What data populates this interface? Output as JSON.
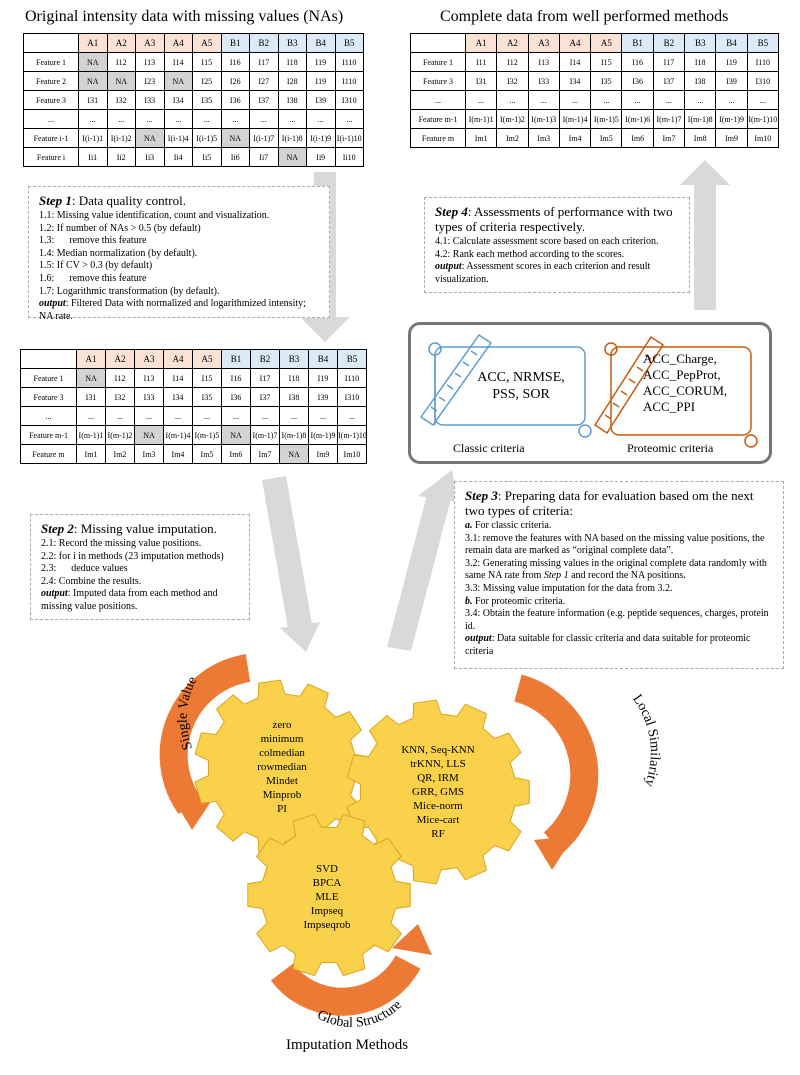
{
  "top_left": {
    "title": "Original intensity data with missing values (NAs)",
    "columns": [
      "",
      "A1",
      "A2",
      "A3",
      "A4",
      "A5",
      "B1",
      "B2",
      "B3",
      "B4",
      "B5"
    ],
    "rows": [
      [
        "Feature 1",
        "NA",
        "I12",
        "I13",
        "I14",
        "I15",
        "I16",
        "I17",
        "I18",
        "I19",
        "I110"
      ],
      [
        "Feature 2",
        "NA",
        "NA",
        "I23",
        "NA",
        "I25",
        "I26",
        "I27",
        "I28",
        "I19",
        "I110"
      ],
      [
        "Feature 3",
        "I31",
        "I32",
        "I33",
        "I34",
        "I35",
        "I36",
        "I37",
        "I38",
        "I39",
        "I310"
      ],
      [
        "...",
        "...",
        "...",
        "...",
        "...",
        "...",
        "...",
        "...",
        "...",
        "...",
        "..."
      ],
      [
        "Feature i-1",
        "I(i-1)1",
        "I(i-1)2",
        "NA",
        "I(i-1)4",
        "I(i-1)5",
        "NA",
        "I(i-1)7",
        "I(i-1)8",
        "I(i-1)9",
        "I(i-1)10"
      ],
      [
        "Feature i",
        "Ii1",
        "Ii2",
        "Ii3",
        "Ii4",
        "Ii5",
        "Ii6",
        "Ii7",
        "NA",
        "Ii9",
        "Ii10"
      ]
    ]
  },
  "top_right": {
    "title": "Complete data from well performed methods",
    "columns": [
      "",
      "A1",
      "A2",
      "A3",
      "A4",
      "A5",
      "B1",
      "B2",
      "B3",
      "B4",
      "B5"
    ],
    "rows": [
      [
        "Feature 1",
        "I11",
        "I12",
        "I13",
        "I14",
        "I15",
        "I16",
        "I17",
        "I18",
        "I19",
        "I110"
      ],
      [
        "Feature 3",
        "I31",
        "I32",
        "I33",
        "I34",
        "I35",
        "I36",
        "I37",
        "I38",
        "I39",
        "I310"
      ],
      [
        "...",
        "...",
        "...",
        "...",
        "...",
        "...",
        "...",
        "...",
        "...",
        "...",
        "..."
      ],
      [
        "Feature m-1",
        "I(m-1)1",
        "I(m-1)2",
        "I(m-1)3",
        "I(m-1)4",
        "I(m-1)5",
        "I(m-1)6",
        "I(m-1)7",
        "I(m-1)8",
        "I(m-1)9",
        "I(m-1)10"
      ],
      [
        "Feature m",
        "Im1",
        "Im2",
        "Im3",
        "Im4",
        "Im5",
        "Im6",
        "Im7",
        "Im8",
        "Im9",
        "Im10"
      ]
    ]
  },
  "mid_left": {
    "columns": [
      "",
      "A1",
      "A2",
      "A3",
      "A4",
      "A5",
      "B1",
      "B2",
      "B3",
      "B4",
      "B5"
    ],
    "rows": [
      [
        "Feature 1",
        "NA",
        "I12",
        "I13",
        "I14",
        "I15",
        "I16",
        "I17",
        "I18",
        "I19",
        "I110"
      ],
      [
        "Feature 3",
        "I31",
        "I32",
        "I33",
        "I34",
        "I35",
        "I36",
        "I37",
        "I38",
        "I39",
        "I310"
      ],
      [
        "...",
        "...",
        "...",
        "...",
        "...",
        "...",
        "...",
        "...",
        "...",
        "...",
        "..."
      ],
      [
        "Feature m-1",
        "I(m-1)1",
        "I(m-1)2",
        "NA",
        "I(m-1)4",
        "I(m-1)5",
        "NA",
        "I(m-1)7",
        "I(m-1)8",
        "I(m-1)9",
        "I(m-1)10"
      ],
      [
        "Feature m",
        "Im1",
        "Im2",
        "Im3",
        "Im4",
        "Im5",
        "Im6",
        "Im7",
        "NA",
        "Im9",
        "Im10"
      ]
    ]
  },
  "step1": {
    "heading_bold": "Step 1",
    "heading_rest": ": Data quality control.",
    "lines": [
      "1.1: Missing value identification, count and visualization.",
      "1.2: If number of NAs > 0.5 (by default)",
      "1.3:      remove this feature",
      "1.4: Median normalization (by default).",
      "1.5: If CV > 0.3 (by default)",
      "1.6:      remove this feature",
      "1.7: Logarithmic transformation (by default)."
    ],
    "output_label": "output",
    "output_text": ": Filtered Data with normalized and logarithmized intensity; NA rate."
  },
  "step2": {
    "heading_bold": "Step 2",
    "heading_rest": ": Missing value imputation.",
    "lines": [
      "2.1: Record the missing value positions.",
      "2.2: for i in methods (23 imputation methods)",
      "2.3:      deduce values",
      "2.4: Combine the results."
    ],
    "output_label": "output",
    "output_text": ": Imputed data from each method and missing value positions."
  },
  "step3": {
    "heading_bold": "Step 3",
    "heading_rest": ": Preparing data for evaluation based om the next two types of criteria:",
    "a_label": "a.",
    "a_text": " For classic criteria.",
    "line_31": "3.1: remove the features with NA based on the missing value positions, the remain data are marked as “original complete data”.",
    "line_32a": "3.2: Generating missing values in the original complete data randomly with same NA rate from ",
    "line_32b": "Step 1",
    "line_32c": " and record the NA positions.",
    "line_33": "3.3: Missing value imputation for the data from 3.2.",
    "b_label": "b.",
    "b_text": " For proteomic criteria.",
    "line_34": "3.4: Obtain the feature information (e.g. peptide sequences, charges, protein id.",
    "output_label": "output",
    "output_text": ": Data suitable for classic criteria and data suitable for proteomic criteria"
  },
  "step4": {
    "heading_bold": "Step 4",
    "heading_rest": ": Assessments of performance with two types of criteria respectively.",
    "lines": [
      "4.1: Calculate assessment score based on each criterion.",
      "4.2: Rank each method according to the scores."
    ],
    "output_label": "output",
    "output_text": ": Assessment scores in each criterion and result visualization."
  },
  "criteria": {
    "classic_lines": [
      "ACC, NRMSE,",
      "PSS, SOR"
    ],
    "classic_caption": "Classic criteria",
    "proteomic_lines": [
      "ACC_Charge,",
      "ACC_PepProt,",
      "ACC_CORUM,",
      "ACC_PPI"
    ],
    "proteomic_caption": "Proteomic criteria"
  },
  "gears": {
    "single_value": [
      "zero",
      "minimum",
      "colmedian",
      "rowmedian",
      "Mindet",
      "Minprob",
      "PI"
    ],
    "local_similarity": [
      "KNN, Seq-KNN",
      "trKNN, LLS",
      "QR, IRM",
      "GRR, GMS",
      "Mice-norm",
      "Mice-cart",
      "RF"
    ],
    "global_structure": [
      "SVD",
      "BPCA",
      "MLE",
      "Impseq",
      "Impseqrob"
    ]
  },
  "arc_labels": {
    "single_value": "Single Value",
    "local_similarity": "Local Similarity",
    "global_structure": "Global Structure"
  },
  "footer": "Imputation Methods",
  "colors": {
    "header_a": "#fbe2d5",
    "header_b": "#dce9f7",
    "na_cell": "#d3d3d3",
    "gear_fill": "#f9d14a",
    "arrow_orange": "#ec7a35",
    "flow_arrow": "#d9d9d9",
    "classic_blue": "#5b9bd5",
    "proteomic_orange": "#c55a11"
  }
}
